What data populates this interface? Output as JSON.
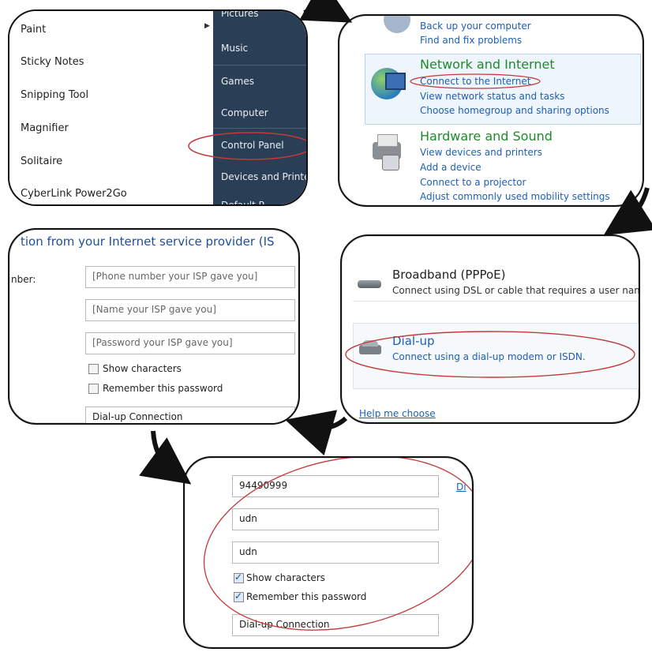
{
  "start_menu": {
    "left_items": [
      "Paint",
      "Sticky Notes",
      "Snipping Tool",
      "Magnifier",
      "Solitaire",
      "CyberLink Power2Go"
    ],
    "right_items": [
      "Pictures",
      "Music",
      "Games",
      "Computer",
      "Control Panel",
      "Devices and Printe",
      "Default P"
    ],
    "highlighted_item": "Control Panel"
  },
  "control_panel": {
    "system_links": [
      "Back up your computer",
      "Find and fix problems"
    ],
    "network_heading": "Network and Internet",
    "network_links": [
      "Connect to the Internet",
      "View network status and tasks",
      "Choose homegroup and sharing options"
    ],
    "hardware_heading": "Hardware and Sound",
    "hardware_links": [
      "View devices and printers",
      "Add a device",
      "Connect to a projector",
      "Adjust commonly used mobility settings"
    ]
  },
  "isp_form": {
    "heading": "tion from your Internet service provider (IS",
    "number_label": "nber:",
    "phone_placeholder": "[Phone number your ISP gave you]",
    "name_placeholder": "[Name your ISP gave you]",
    "password_placeholder": "[Password your ISP gave you]",
    "show_characters": "Show characters",
    "remember_password": "Remember this password",
    "connection_name": "Dial-up Connection"
  },
  "connection_type": {
    "broadband_title": "Broadband (PPPoE)",
    "broadband_desc": "Connect using DSL or cable that requires a user nam",
    "dialup_title": "Dial-up",
    "dialup_desc": "Connect using a dial-up modem or ISDN.",
    "help_link": "Help me choose"
  },
  "filled_form": {
    "phone": "94490999",
    "side_link": "Di",
    "username": "udn",
    "password": "udn",
    "show_characters": "Show characters",
    "show_characters_checked": true,
    "remember_password": "Remember this password",
    "remember_password_checked": true,
    "connection_name": "Dial-up Connection"
  },
  "colors": {
    "start_menu_right": "#2a3f55",
    "link_blue": "#1d5fb5",
    "heading_green": "#1d8c28",
    "annotation_red": "#c23a3a"
  }
}
